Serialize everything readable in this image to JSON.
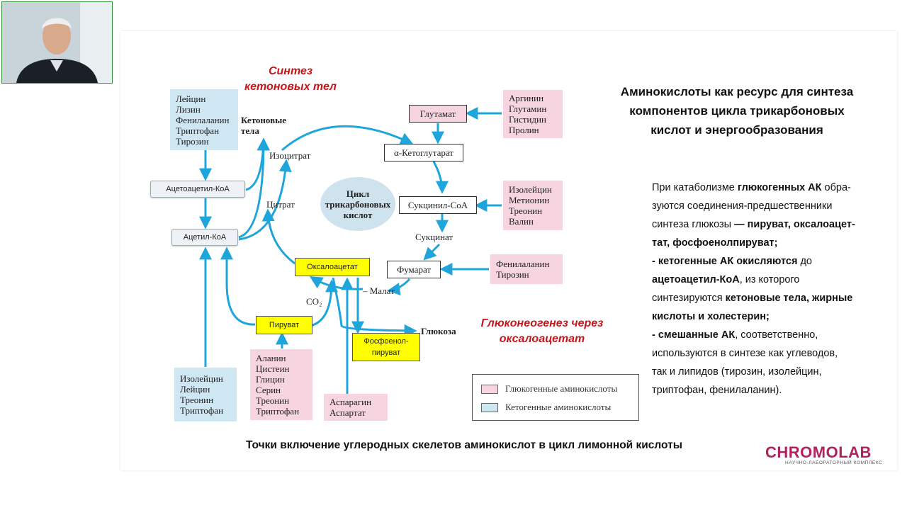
{
  "slide": {
    "title": "Аминокислоты как ресурс для синтеза компонентов цикла трикарбоновых кислот и энергообразования",
    "title_lines": [
      "Аминокислоты как ресурс для синтеза",
      "компонентов цикла трикарбоновых",
      "кислот и энергообразования"
    ],
    "paragraphs": [
      {
        "parts": [
          {
            "t": "При катаболизме ",
            "b": false
          },
          {
            "t": "глюкогенных АК",
            "b": true
          },
          {
            "t": " обра-",
            "b": false
          }
        ]
      },
      {
        "parts": [
          {
            "t": "зуются соединения-предшественники",
            "b": false
          }
        ]
      },
      {
        "parts": [
          {
            "t": "синтеза глюкозы ",
            "b": false
          },
          {
            "t": "— пируват, оксалоацет-",
            "b": true
          }
        ]
      },
      {
        "parts": [
          {
            "t": "тат, фосфоенолпируват;",
            "b": true
          }
        ]
      },
      {
        "parts": [
          {
            "t": "- кетогенные АК окисляются",
            "b": true
          },
          {
            "t": " до",
            "b": false
          }
        ]
      },
      {
        "parts": [
          {
            "t": "ацетоацетил-КоА",
            "b": true
          },
          {
            "t": ", из которого",
            "b": false
          }
        ]
      },
      {
        "parts": [
          {
            "t": "синтезируются ",
            "b": false
          },
          {
            "t": "кетоновые тела, жирные",
            "b": true
          }
        ]
      },
      {
        "parts": [
          {
            "t": "кислоты и холестерин;",
            "b": true
          }
        ]
      },
      {
        "parts": [
          {
            "t": "- смешанные АК",
            "b": true
          },
          {
            "t": ", соответственно,",
            "b": false
          }
        ]
      },
      {
        "parts": [
          {
            "t": "используются в синтезе  как углеводов,",
            "b": false
          }
        ]
      },
      {
        "parts": [
          {
            "t": "так и липидов (тирозин,  изолейцин,",
            "b": false
          }
        ]
      },
      {
        "parts": [
          {
            "t": "триптофан,  фенилаланин).",
            "b": false
          }
        ]
      }
    ],
    "caption": "Точки включение углеродных скелетов аминокислот в цикл лимонной кислоты",
    "logo_main": "CHROMOLAB",
    "logo_sub": "НАУЧНО-ЛАБОРАТОРНЫЙ КОМПЛЕКС"
  },
  "diagram": {
    "red_labels": {
      "ketone_synthesis": "Синтез\nкетоновых тел",
      "gluconeogenesis": "Глюконеогенез через\nоксалоацетат"
    },
    "cycle_center": "Цикл\nтрикарбоновых\nкислот",
    "nodes": {
      "glutamate": "Глутамат",
      "alpha_kg": "α-Кетоглутарат",
      "succinyl_coa": "Сукцинил-CoA",
      "succinate": "Сукцинат",
      "fumarate": "Фумарат",
      "malate": "Малат",
      "oxaloacetate": "Оксалоацетат",
      "citrate": "Цитрат",
      "isocitrate": "Изоцитрат",
      "ketone_bodies": "Кетоновые\nтела",
      "acetoacetyl_coa": "Ацетоацетил-КоА",
      "acetyl_coa": "Ацетил-КоА",
      "pyruvate": "Пируват",
      "pep": "Фосфоенол-\nпируват",
      "glucose": "Глюкоза",
      "co2": "CO₂"
    },
    "groups": {
      "ketogenic_top": [
        "Лейцин",
        "Лизин",
        "Фенилаланин",
        "Триптофан",
        "Тирозин"
      ],
      "glutamate_sources": [
        "Аргинин",
        "Глутамин",
        "Гистидин",
        "Пролин"
      ],
      "succinyl_sources": [
        "Изолейцин",
        "Метионин",
        "Треонин",
        "Валин"
      ],
      "fumarate_sources": [
        "Фенилаланин",
        "Тирозин"
      ],
      "ketogenic_bottom": [
        "Изолейцин",
        "Лейцин",
        "Треонин",
        "Триптофан"
      ],
      "pyruvate_sources": [
        "Аланин",
        "Цистеин",
        "Глицин",
        "Серин",
        "Треонин",
        "Триптофан"
      ],
      "oxaloacetate_sources": [
        "Аспарагин",
        "Аспартат"
      ]
    },
    "legend": [
      {
        "label": "Глюкогенные аминокислоты",
        "color": "#f6d4e0"
      },
      {
        "label": "Кетогенные аминокислоты",
        "color": "#cfe6f3"
      }
    ],
    "arrow_color": "#1ea6dc"
  }
}
